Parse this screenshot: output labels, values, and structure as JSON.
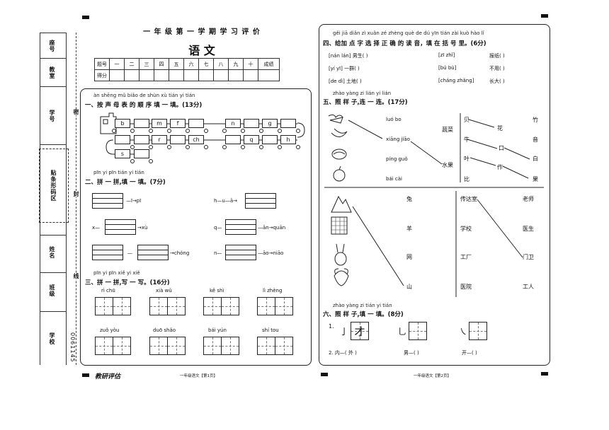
{
  "header": {
    "title": "一 年 级 第 一 学 期 学 习 评 价",
    "subject": "语 文"
  },
  "score_table": {
    "row1": [
      "题号",
      "一",
      "二",
      "三",
      "四",
      "五",
      "六",
      "七",
      "八",
      "九",
      "十",
      "成绩"
    ],
    "row2_label": "得分"
  },
  "margin": {
    "seat": "座号",
    "classroom": "教室",
    "student_no": "学号",
    "sticker_area": "贴条形码区",
    "name": "姓名",
    "class": "班级",
    "school": "学校",
    "mi": "密",
    "feng": "封",
    "xian": "线",
    "serial": "0061145"
  },
  "footer": {
    "logo": "教研评估",
    "page1": "一年级语文【第1页】",
    "page2": "一年级语文【第2页】"
  },
  "q1": {
    "pinyin": "àn shēng mǔ biǎo de shùn xù tián yi tián",
    "title": "一、按 声 母 表 的 顺 序 填 一 填。(13分)",
    "row1": [
      "b",
      "",
      "m",
      "f",
      "",
      "n",
      "",
      "g",
      ""
    ],
    "row2": [
      "",
      "",
      "r",
      "",
      "ch",
      "",
      "q",
      "",
      "h"
    ],
    "row3": [
      "s",
      ""
    ]
  },
  "q2": {
    "pinyin": "pīn yi pīn tián yi tián",
    "title": "二、拼 一 拼,填 一 填。(7分)",
    "a": "—ī→pī",
    "b": "h—u—ā→",
    "c_pre": "x—",
    "c_post": "→xù",
    "d_pre": "q—",
    "d_post": "—ān→quān",
    "e_mid": "—",
    "e_post": "→chóng",
    "f_pre": "n—",
    "f_post": "—āo→niāo"
  },
  "q3": {
    "pinyin": "pīn yi pīn xiě yi xiě",
    "title": "三、拼 一 拼,写 一 写。(16分)",
    "row1": [
      "rì   chū",
      "xià   wǔ",
      "kě   shì",
      "lì   zhèng"
    ],
    "row2": [
      "zuǒ   yòu",
      "duō   shǎo",
      "bái   yún",
      "shí   tou"
    ]
  },
  "q4": {
    "pinyin": "gěi jiā diǎn zì xuǎn zé zhèng què de dú yīn tián zài kuò hào lǐ",
    "title": "四、给加 点 字 选 择 正  确 的 读 音，填 在 括  号 里。(6分)",
    "items": [
      [
        "[nán   lán]  男生(          )",
        "[zī   zhǐ]",
        "报纸(          )"
      ],
      [
        "[yí   yī]   一群(          )",
        "[bú   bù]",
        "不用(          )"
      ],
      [
        "[de   dì]   土地(          )",
        "[cháng   zhǎng]",
        "长大(          )"
      ]
    ]
  },
  "q5": {
    "pinyin": "zhào yàng zi  lián yi lián",
    "title": "五、照   样 子,连 一 连。(17分)",
    "pinyins": [
      "luó bo",
      "xiāng jiāo",
      "píng guǒ",
      "bái cài"
    ],
    "cat1": "蔬菜",
    "cat2": "水果",
    "chars_left": [
      "贝",
      "牛",
      "叶",
      "比"
    ],
    "chars_mid": [
      "花",
      "口",
      "作"
    ],
    "chars_right": [
      "竹",
      "音",
      "白",
      "果"
    ],
    "animals": [
      "兔",
      "羊",
      "网",
      "山"
    ],
    "places": [
      "传达室",
      "学校",
      "工厂",
      "医院"
    ],
    "people": [
      "老师",
      "医生",
      "门卫",
      "工人"
    ]
  },
  "q6": {
    "pinyin": "zhào yàng zi  tián yi tián",
    "title": "六、照   样 子,填 一 填。(8分)",
    "sample_stroke": "亅",
    "sample_char": "才",
    "stroke2": "乚",
    "stroke3": "㇏",
    "line2": [
      "2. 内—(     外     )",
      "男—(              )",
      "开—(              )"
    ],
    "num1": "1."
  }
}
